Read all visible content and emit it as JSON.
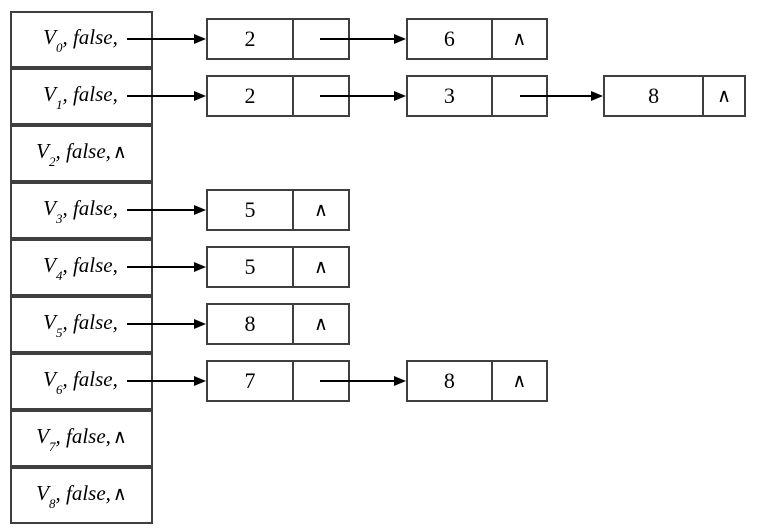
{
  "diagram": {
    "kind": "graph-adjacency-list",
    "null_symbol": "∧",
    "colors": {
      "background": "#ffffff",
      "box_border": "#3f3f3f",
      "arrow": "#000000",
      "text": "#000000"
    },
    "vertices": [
      {
        "label": "V",
        "index": "0",
        "suffix": ", false,",
        "terminator": "",
        "nodes": [
          {
            "value": "2",
            "next": ""
          },
          {
            "value": "6",
            "next": "∧"
          }
        ]
      },
      {
        "label": "V",
        "index": "1",
        "suffix": ", false,",
        "terminator": "",
        "nodes": [
          {
            "value": "2",
            "next": ""
          },
          {
            "value": "3",
            "next": ""
          },
          {
            "value": "8",
            "next": "∧"
          }
        ]
      },
      {
        "label": "V",
        "index": "2",
        "suffix": ", false,",
        "terminator": "∧",
        "nodes": []
      },
      {
        "label": "V",
        "index": "3",
        "suffix": ", false,",
        "terminator": "",
        "nodes": [
          {
            "value": "5",
            "next": "∧"
          }
        ]
      },
      {
        "label": "V",
        "index": "4",
        "suffix": ", false,",
        "terminator": "",
        "nodes": [
          {
            "value": "5",
            "next": "∧"
          }
        ]
      },
      {
        "label": "V",
        "index": "5",
        "suffix": ", false,",
        "terminator": "",
        "nodes": [
          {
            "value": "8",
            "next": "∧"
          }
        ]
      },
      {
        "label": "V",
        "index": "6",
        "suffix": ", false,",
        "terminator": "",
        "nodes": [
          {
            "value": "7",
            "next": ""
          },
          {
            "value": "8",
            "next": "∧"
          }
        ]
      },
      {
        "label": "V",
        "index": "7",
        "suffix": ", false,",
        "terminator": "∧",
        "nodes": []
      },
      {
        "label": "V",
        "index": "8",
        "suffix": ", false,",
        "terminator": "∧",
        "nodes": []
      }
    ]
  }
}
